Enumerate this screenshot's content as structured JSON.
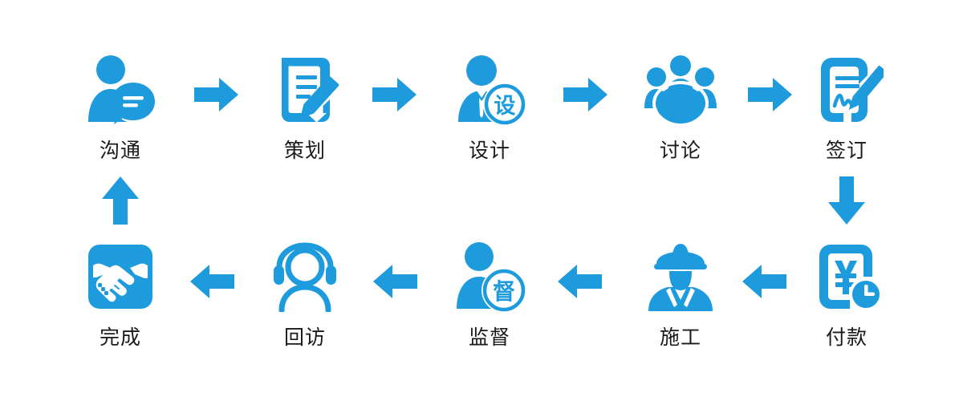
{
  "diagram": {
    "type": "cyclical-process-flow",
    "title": "",
    "accent_color": "#1E9BDC",
    "label_color": "#1a1a1a",
    "background_color": "#ffffff",
    "steps": [
      {
        "id": "step-1",
        "label": "沟通",
        "icon": "person-speech-bubble-icon",
        "row": "top",
        "order": 1
      },
      {
        "id": "step-2",
        "label": "策划",
        "icon": "document-pencil-icon",
        "row": "top",
        "order": 2
      },
      {
        "id": "step-3",
        "label": "设计",
        "icon": "designer-badge-icon",
        "row": "top",
        "order": 3,
        "badge_text": "设"
      },
      {
        "id": "step-4",
        "label": "讨论",
        "icon": "group-meeting-icon",
        "row": "top",
        "order": 4
      },
      {
        "id": "step-5",
        "label": "签订",
        "icon": "contract-signature-icon",
        "row": "top",
        "order": 5
      },
      {
        "id": "step-6",
        "label": "付款",
        "icon": "yen-invoice-clock-icon",
        "row": "bottom",
        "order": 6
      },
      {
        "id": "step-7",
        "label": "施工",
        "icon": "construction-worker-icon",
        "row": "bottom",
        "order": 7
      },
      {
        "id": "step-8",
        "label": "监督",
        "icon": "supervisor-badge-icon",
        "row": "bottom",
        "order": 8,
        "badge_text": "督"
      },
      {
        "id": "step-9",
        "label": "回访",
        "icon": "headset-person-icon",
        "row": "bottom",
        "order": 9
      },
      {
        "id": "step-10",
        "label": "完成",
        "icon": "handshake-icon",
        "row": "bottom",
        "order": 10
      }
    ],
    "connectors": [
      {
        "id": "arrow-1",
        "direction": "right",
        "from": "沟通",
        "to": "策划"
      },
      {
        "id": "arrow-2",
        "direction": "right",
        "from": "策划",
        "to": "设计"
      },
      {
        "id": "arrow-3",
        "direction": "right",
        "from": "设计",
        "to": "讨论"
      },
      {
        "id": "arrow-4",
        "direction": "right",
        "from": "讨论",
        "to": "签订"
      },
      {
        "id": "arrow-5",
        "direction": "down",
        "from": "签订",
        "to": "付款"
      },
      {
        "id": "arrow-6",
        "direction": "left",
        "from": "付款",
        "to": "施工"
      },
      {
        "id": "arrow-7",
        "direction": "left",
        "from": "施工",
        "to": "监督"
      },
      {
        "id": "arrow-8",
        "direction": "left",
        "from": "监督",
        "to": "回访"
      },
      {
        "id": "arrow-9",
        "direction": "left",
        "from": "回访",
        "to": "完成"
      },
      {
        "id": "arrow-10",
        "direction": "up",
        "from": "完成",
        "to": "沟通"
      }
    ]
  }
}
